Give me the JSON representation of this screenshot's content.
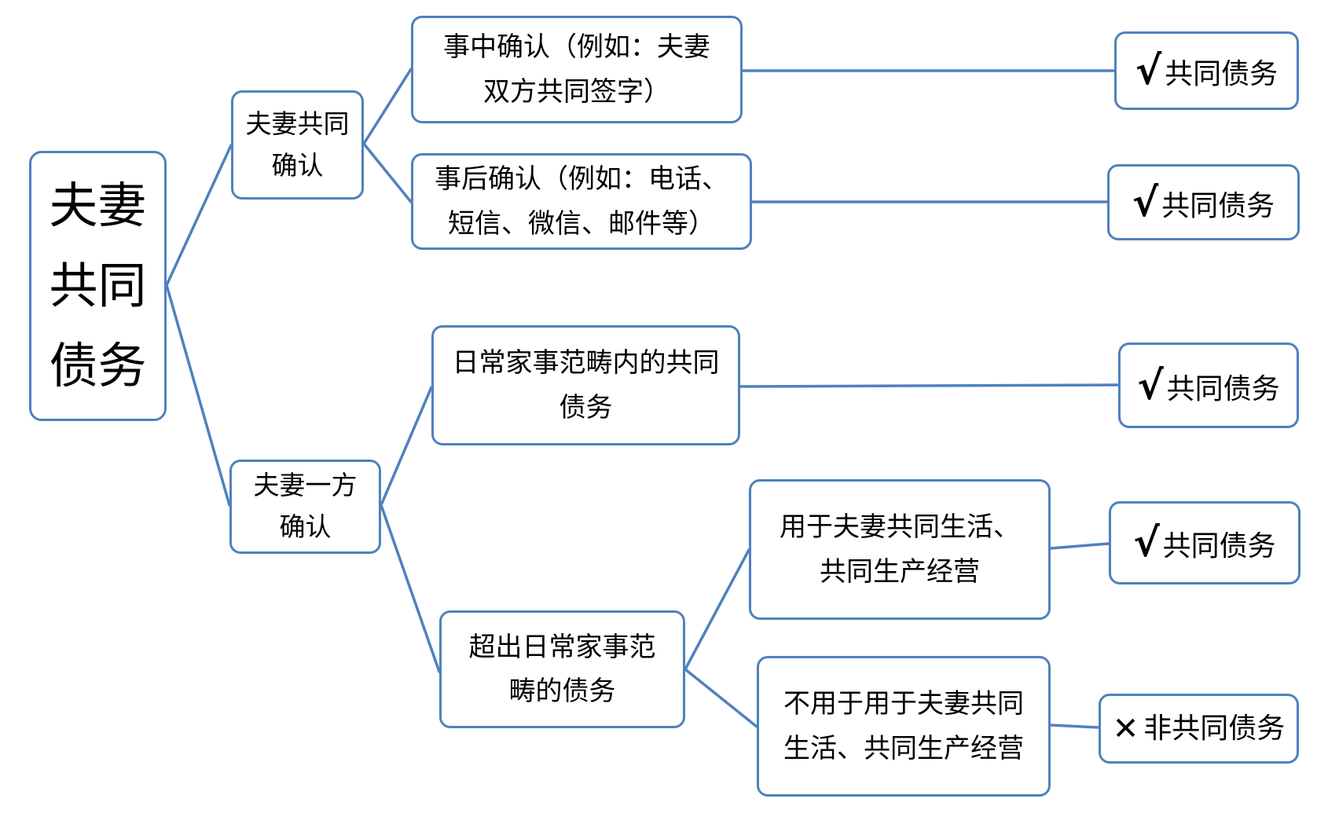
{
  "diagram": {
    "title": "夫妻共同债务",
    "colors": {
      "border": "#4F81BD",
      "line": "#4F81BD",
      "text": "#000000"
    },
    "root": {
      "lines": [
        "夫妻",
        "共同",
        "债务"
      ]
    },
    "branches": [
      {
        "label_lines": [
          "夫妻共同",
          "确认"
        ],
        "children": [
          {
            "label_lines": [
              "事中确认（例如：夫妻",
              "双方共同签字）"
            ],
            "result": {
              "icon": "check-mark",
              "mark": "√",
              "label": "共同债务"
            }
          },
          {
            "label_lines": [
              "事后确认（例如：电话、",
              "短信、微信、邮件等）"
            ],
            "result": {
              "icon": "check-mark",
              "mark": "√",
              "label": "共同债务"
            }
          }
        ]
      },
      {
        "label_lines": [
          "夫妻一方",
          "确认"
        ],
        "children": [
          {
            "label_lines": [
              "日常家事范畴内的共同",
              "债务"
            ],
            "result": {
              "icon": "check-mark",
              "mark": "√",
              "label": "共同债务"
            }
          },
          {
            "label_lines": [
              "超出日常家事范",
              "畴的债务"
            ],
            "children": [
              {
                "label_lines": [
                  "用于夫妻共同生活、",
                  "共同生产经营"
                ],
                "result": {
                  "icon": "check-mark",
                  "mark": "√",
                  "label": "共同债务"
                }
              },
              {
                "label_lines": [
                  "不用于用于夫妻共同",
                  "生活、共同生产经营"
                ],
                "result": {
                  "icon": "cross-mark",
                  "mark": "✕",
                  "label": "非共同债务"
                }
              }
            ]
          }
        ]
      }
    ]
  }
}
